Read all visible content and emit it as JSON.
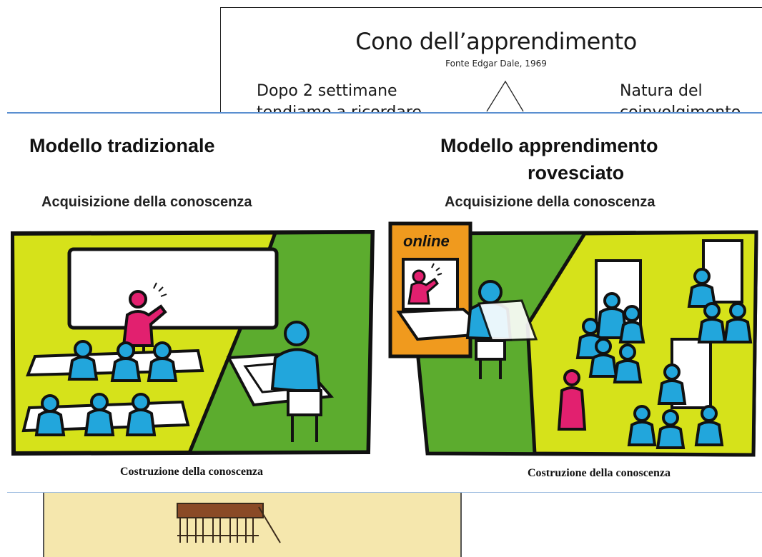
{
  "cone_slide": {
    "title": "Cono dell’apprendimento",
    "source": "Fonte Edgar Dale, 1969",
    "left_text": "Dopo 2 settimane",
    "left_text_cut": "tendiamo a ricordare",
    "right_text": "Natura del",
    "right_text_cut": "coinvolgimento"
  },
  "traditional": {
    "title": "Modello tradizionale",
    "subtitle": "Acquisizione della conoscenza",
    "caption": "Costruzione della conoscenza"
  },
  "flipped": {
    "title_line1": "Modello apprendimento",
    "title_line2": "rovesciato",
    "subtitle": "Acquisizione della conoscenza",
    "online_label": "online",
    "caption": "Costruzione della conoscenza"
  },
  "colors": {
    "yellow_green": "#d6e21a",
    "green": "#5cac2e",
    "blue_person": "#22a6dc",
    "pink_person": "#e2206f",
    "orange_screen": "#f09a1e",
    "outline": "#111111"
  }
}
